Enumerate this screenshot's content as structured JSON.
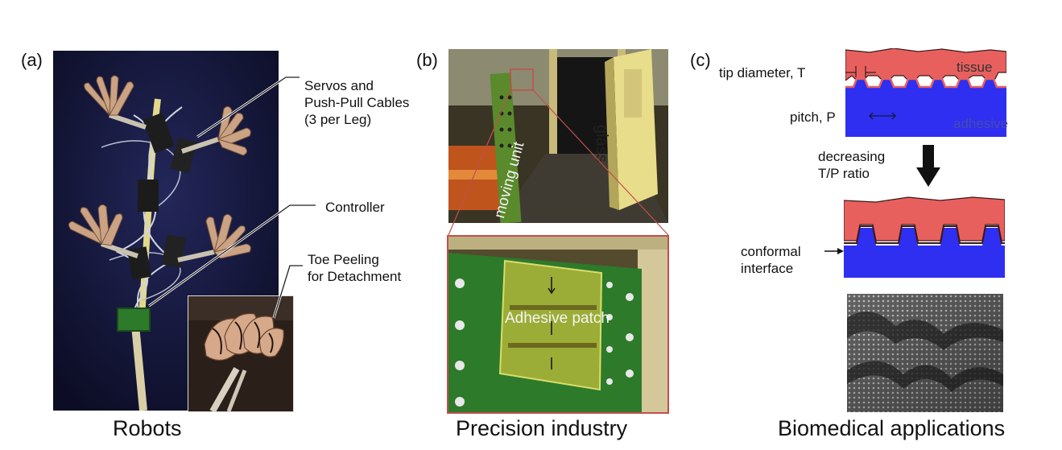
{
  "panels": {
    "a": {
      "label": "(a)",
      "caption": "Robots",
      "annotations": {
        "servos_line1": "Servos and",
        "servos_line2": "Push-Pull Cables",
        "servos_line3": "(3 per Leg)",
        "controller": "Controller",
        "toe_line1": "Toe Peeling",
        "toe_line2": "for Detachment"
      }
    },
    "b": {
      "label": "(b)",
      "caption": "Precision industry",
      "annotations": {
        "glass": "glass",
        "moving_unit": "moving unit",
        "adhesive_patch": "Adhesive patch"
      }
    },
    "c": {
      "label": "(c)",
      "caption": "Biomedical applications",
      "annotations": {
        "tip_diameter": "tip diameter, T",
        "tissue": "tissue",
        "pitch": "pitch, P",
        "adhesive": "adhesive",
        "decreasing_line1": "decreasing",
        "decreasing_line2": "T/P ratio",
        "conformal_line1": "conformal",
        "conformal_line2": "interface"
      }
    }
  },
  "colors": {
    "tissue": "#e8605e",
    "adhesive": "#2e2ff0",
    "photo_dark_blue": "#14163c",
    "pcb_green": "#2d7a2a",
    "inset_border": "#c0504d"
  }
}
